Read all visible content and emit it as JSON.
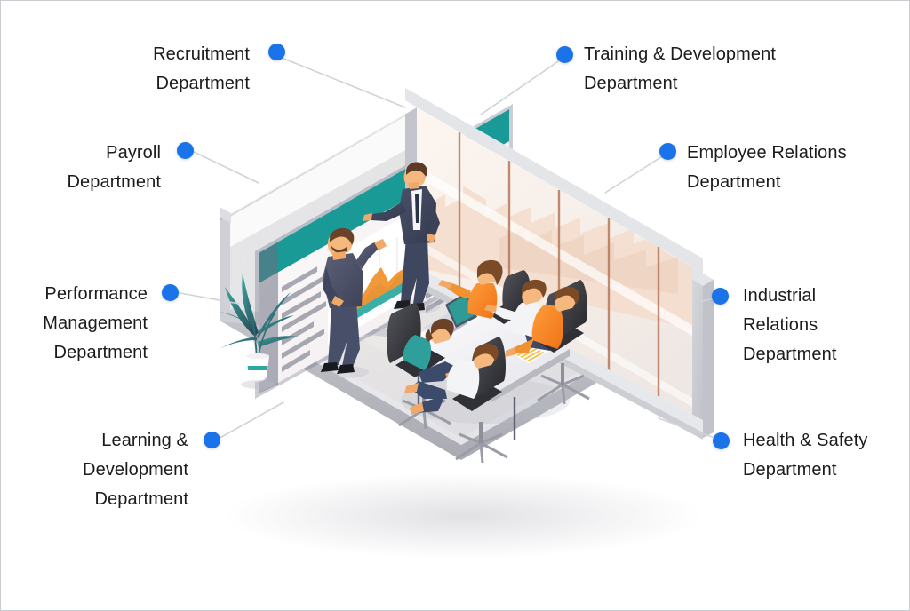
{
  "diagram": {
    "title": "HR Departments isometric office diagram",
    "accent_color": "#1a73e8",
    "connector_color": "#cfd3d8",
    "background_color": "#ffffff",
    "border_color": "#c9ccd1"
  },
  "callouts": [
    {
      "id": "recruitment",
      "label": "Recruitment\nDepartment",
      "side": "left"
    },
    {
      "id": "payroll",
      "label": "Payroll\nDepartment",
      "side": "left"
    },
    {
      "id": "performance",
      "label": "Performance\nManagement\nDepartment",
      "side": "left"
    },
    {
      "id": "learning",
      "label": "Learning &\nDevelopment\nDepartment",
      "side": "left"
    },
    {
      "id": "training",
      "label": "Training & Development\nDepartment",
      "side": "right"
    },
    {
      "id": "employee",
      "label": "Employee Relations\nDepartment",
      "side": "right"
    },
    {
      "id": "industrial",
      "label": "Industrial\nRelations\nDepartment",
      "side": "right"
    },
    {
      "id": "health",
      "label": "Health & Safety\nDepartment",
      "side": "right"
    }
  ],
  "illustration": {
    "scene_name": "isometric-meeting-room",
    "presentation_screen": {
      "header_color": "#1a9a96",
      "chart_type": "area",
      "chart_colors": [
        "#f0922f",
        "#2aa7a0"
      ]
    },
    "plant": {
      "foliage_color": "#2c8a8f",
      "pot_color": "#ffffff"
    },
    "window_wall": {
      "mullion_color": "#b6795a",
      "skyline_color": "#f0d7c6"
    },
    "people_count": 7,
    "chairs_count": 5,
    "floor_color": "#e9e9ee",
    "wall_color": "#d9dade"
  }
}
